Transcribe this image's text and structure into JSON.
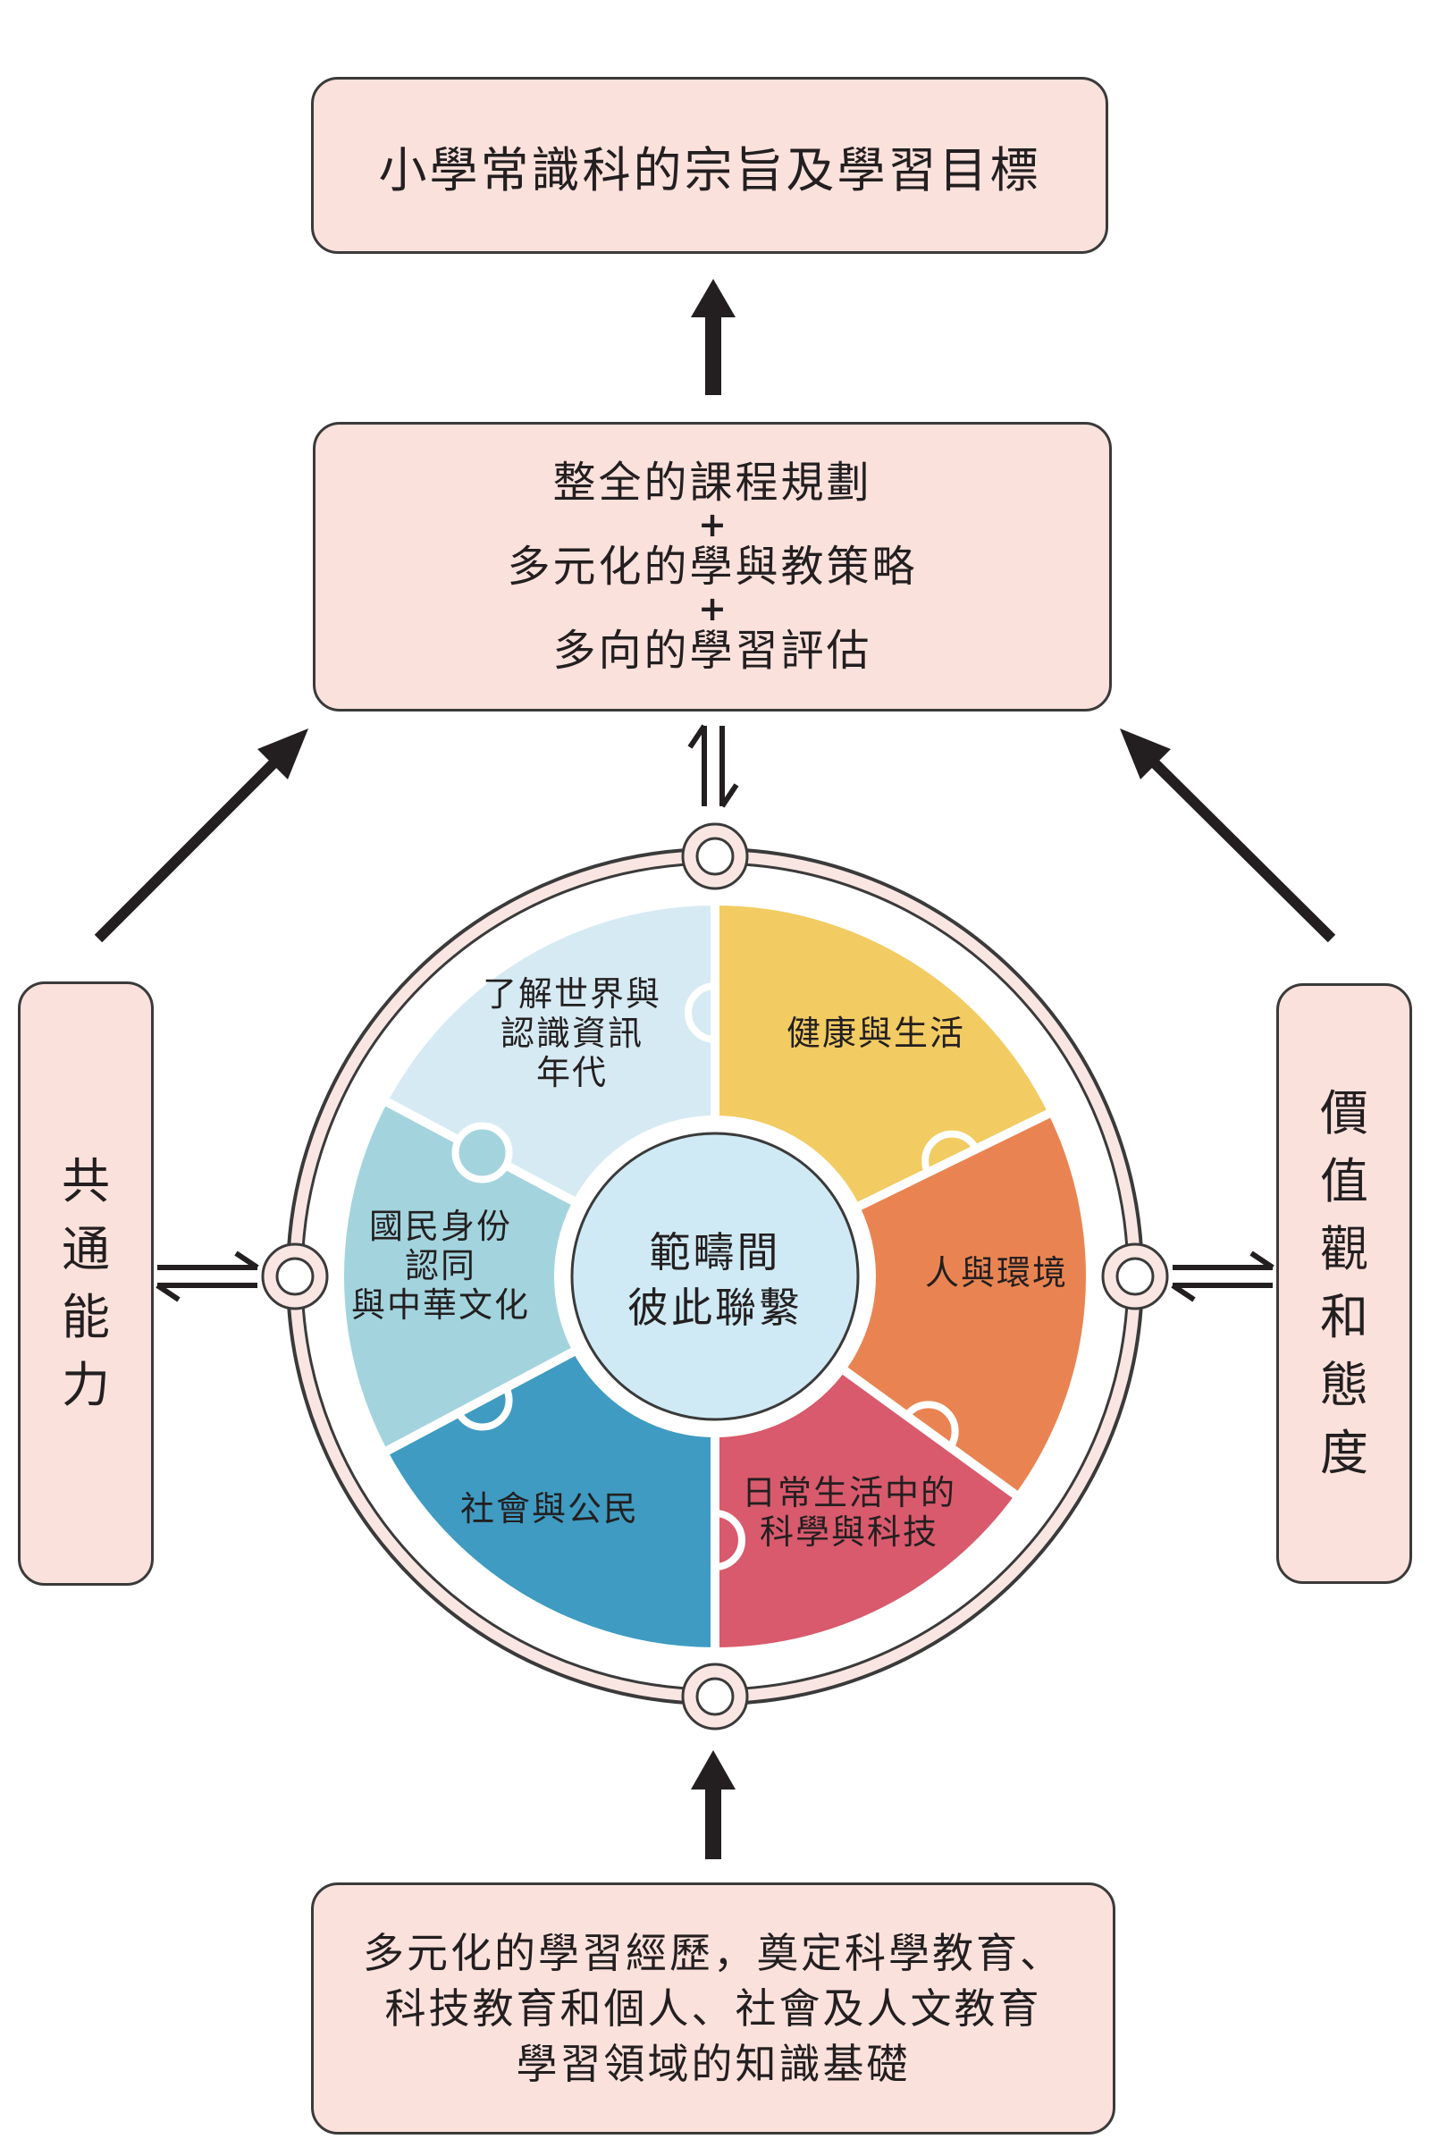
{
  "top_box": {
    "text": "小學常識科的宗旨及學習目標"
  },
  "middle_box": {
    "line1": "整全的課程規劃",
    "plus1": "+",
    "line2": "多元化的學與教策略",
    "plus2": "+",
    "line3": "多向的學習評估"
  },
  "left_box": {
    "text": "共通能力"
  },
  "right_box": {
    "text": "價值觀和態度"
  },
  "bottom_box": {
    "line1": "多元化的學習經歷，奠定科學教育、",
    "line2": "科技教育和個人、社會及人文教育",
    "line3": "學習領域的知識基礎"
  },
  "center": {
    "line1": "範疇間",
    "line2": "彼此聯繫"
  },
  "strands": [
    {
      "lines": [
        "了解世界與",
        "認識資訊",
        "年代"
      ],
      "color": "#d6eaf3"
    },
    {
      "lines": [
        "健康與生活"
      ],
      "color": "#f2cb62"
    },
    {
      "lines": [
        "人與環境"
      ],
      "color": "#e98452"
    },
    {
      "lines": [
        "日常生活中的",
        "科學與科技"
      ],
      "color": "#d85a6c"
    },
    {
      "lines": [
        "社會與公民"
      ],
      "color": "#3f9bc1"
    },
    {
      "lines": [
        "國民身份",
        "認同",
        "與中華文化"
      ],
      "color": "#a3d4de"
    }
  ],
  "colors": {
    "box_fill": "#fbe1dc",
    "ring_fill": "#f9e6e2",
    "center_fill": "#cfeaf4",
    "arrow": "#231f20"
  }
}
